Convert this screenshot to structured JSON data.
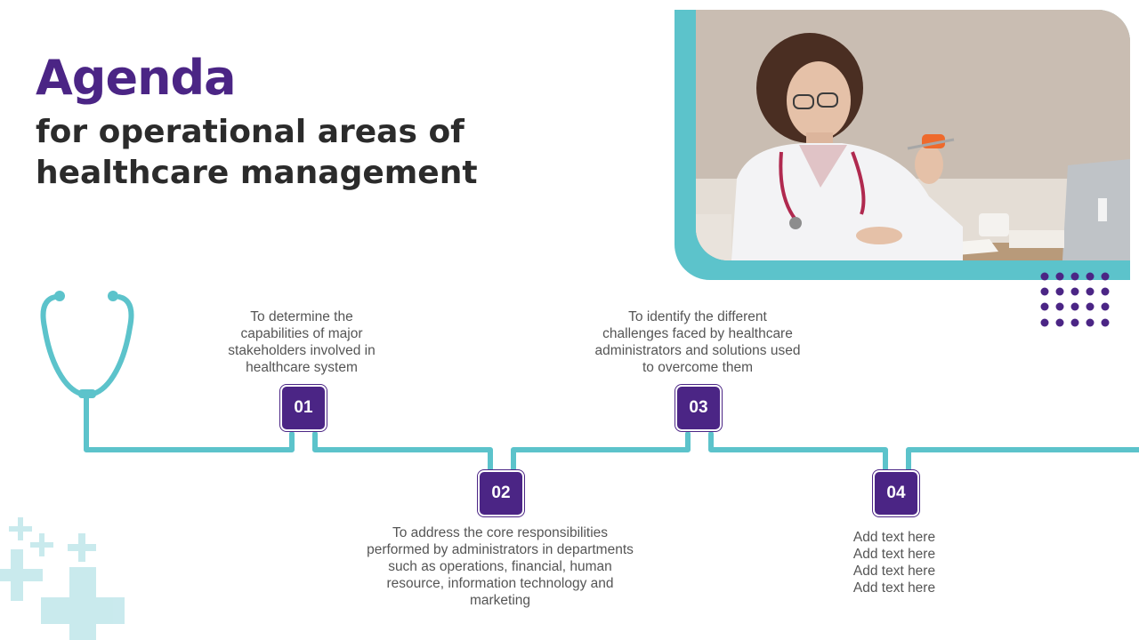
{
  "title": {
    "main": "Agenda",
    "sub": "for operational areas of healthcare management"
  },
  "steps": [
    {
      "number": "01",
      "text": "To determine the capabilities of major stakeholders involved in healthcare system"
    },
    {
      "number": "02",
      "text": "To address the core responsibilities performed by administrators in departments such as operations, financial, human resource, information technology and marketing"
    },
    {
      "number": "03",
      "text": "To identify the different challenges faced by healthcare administrators and solutions used to overcome them"
    },
    {
      "number": "04",
      "lines": [
        "Add text here",
        "Add text here",
        "Add text here",
        "Add text here"
      ]
    }
  ],
  "colors": {
    "accent": "#4b2585",
    "teal": "#5cc3cb",
    "text": "#555555",
    "title": "#2b2b2b"
  },
  "icons": [
    "stethoscope-icon",
    "medical-cross-icon",
    "dot-grid"
  ]
}
